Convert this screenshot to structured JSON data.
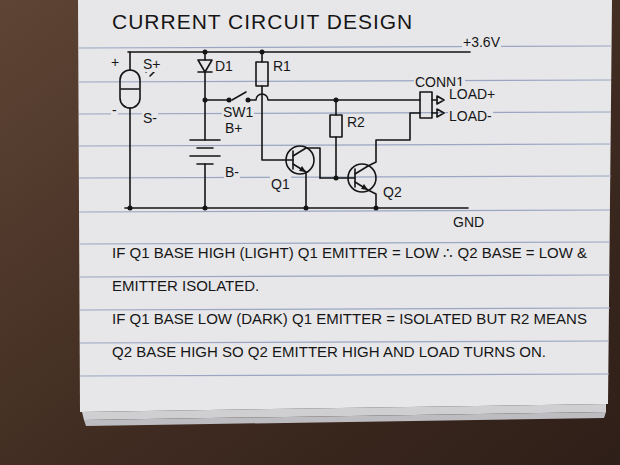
{
  "diagram": {
    "title": "CURRENT CIRCUIT DESIGN",
    "labels": [
      "+3.6V",
      "+",
      "S+",
      "-",
      "S-",
      "D1",
      "R1",
      "SW1",
      "B+",
      "B-",
      "R2",
      "CONN1",
      "LOAD+",
      "LOAD-",
      "Q1",
      "Q2",
      "GND",
      "IF Q1 BASE HIGH (LIGHT) Q1 EMITTER = LOW ∴ Q2 BASE = LOW & EMITTER ISOLATED.",
      "IF Q1 BASE LOW (DARK) Q1 EMITTER = ISOLATED BUT R2 MEANS Q2 BASE HIGH SO Q2 EMITTER HIGH AND LOAD TURNS ON."
    ]
  }
}
